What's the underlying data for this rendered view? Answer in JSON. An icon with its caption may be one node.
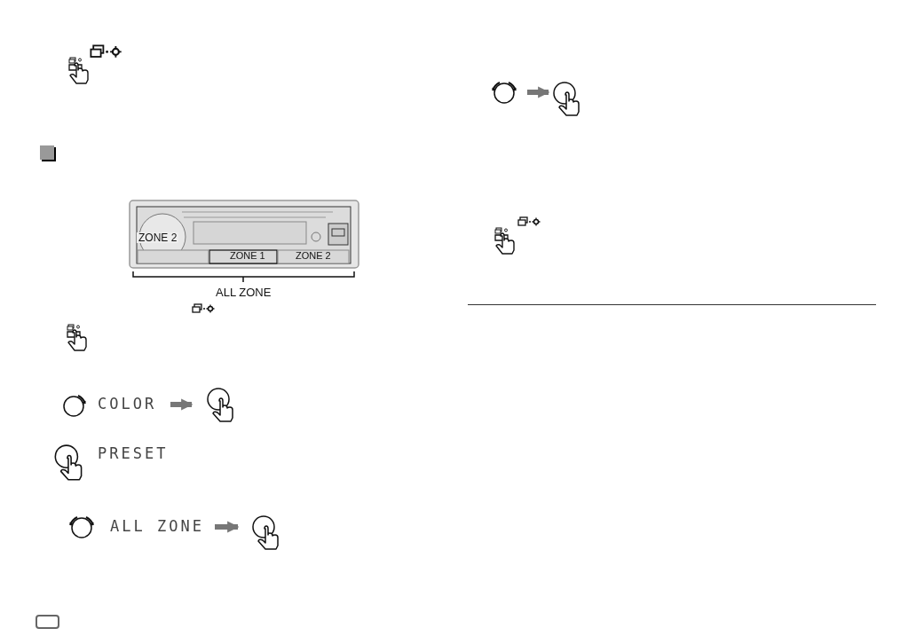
{
  "diagram": {
    "nodes": [
      {
        "text": [
          "COLOR"
        ]
      },
      {
        "text": [],
        "shape": "circle"
      },
      {
        "text": [
          "ALL ZONE"
        ]
      },
      {
        "text": [],
        "shape": "circle"
      },
      {
        "text": [],
        "shape": "circle"
      },
      {
        "text": [],
        "shape": "circle"
      }
    ],
    "edges": [
      {
        "from": 0,
        "to": 1,
        "arrow": "to"
      },
      {
        "from": 2,
        "to": 3,
        "arrow": "to"
      },
      {
        "from": 4,
        "to": 5,
        "arrow": "to"
      }
    ],
    "labels": [
      "ZONE 2",
      "ZONE 1",
      "ZONE 2",
      "ALL ZONE",
      "PRESET"
    ]
  }
}
